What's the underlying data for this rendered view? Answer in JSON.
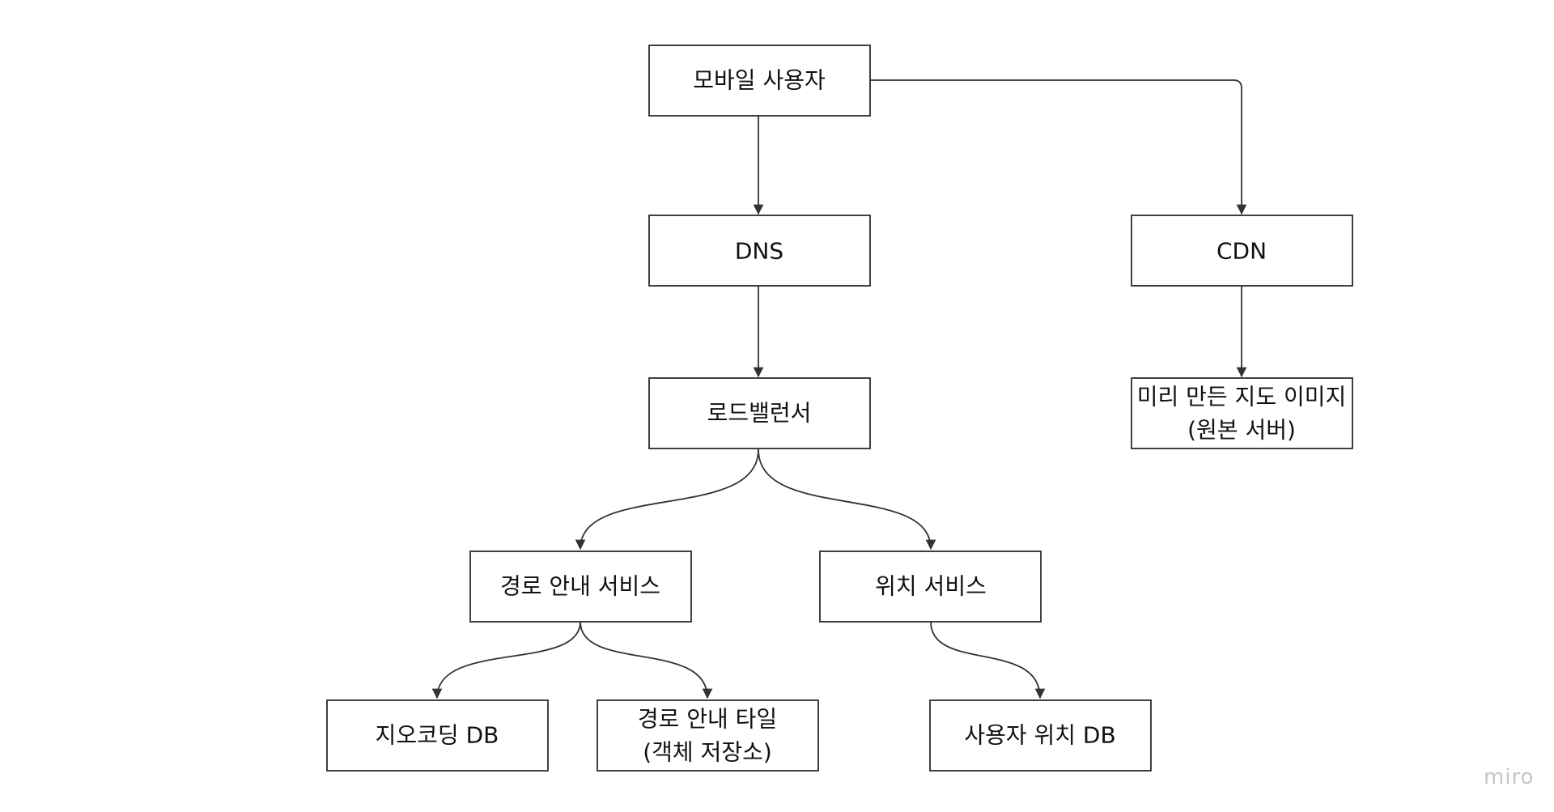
{
  "nodes": {
    "mobile_user": {
      "label": [
        "모바일 사용자"
      ]
    },
    "dns": {
      "label": [
        "DNS"
      ]
    },
    "cdn": {
      "label": [
        "CDN"
      ]
    },
    "load_balancer": {
      "label": [
        "로드밸런서"
      ]
    },
    "map_image_origin": {
      "label": [
        "미리 만든 지도 이미지",
        "(원본 서버)"
      ]
    },
    "navigation_service": {
      "label": [
        "경로 안내 서비스"
      ]
    },
    "location_service": {
      "label": [
        "위치 서비스"
      ]
    },
    "geocoding_db": {
      "label": [
        "지오코딩 DB"
      ]
    },
    "navigation_tiles": {
      "label": [
        "경로 안내 타일",
        "(객체 저장소)"
      ]
    },
    "user_location_db": {
      "label": [
        "사용자 위치 DB"
      ]
    }
  },
  "edges": [
    {
      "from": "mobile_user",
      "to": "dns"
    },
    {
      "from": "mobile_user",
      "to": "cdn"
    },
    {
      "from": "dns",
      "to": "load_balancer"
    },
    {
      "from": "cdn",
      "to": "map_image_origin"
    },
    {
      "from": "load_balancer",
      "to": "navigation_service"
    },
    {
      "from": "load_balancer",
      "to": "location_service"
    },
    {
      "from": "navigation_service",
      "to": "geocoding_db"
    },
    {
      "from": "navigation_service",
      "to": "navigation_tiles"
    },
    {
      "from": "location_service",
      "to": "user_location_db"
    }
  ],
  "watermark": "miro",
  "colors": {
    "stroke": "#2b2b2b",
    "edge": "#333333",
    "text": "#111111",
    "watermark": "#c4c4cc",
    "background": "#ffffff"
  }
}
